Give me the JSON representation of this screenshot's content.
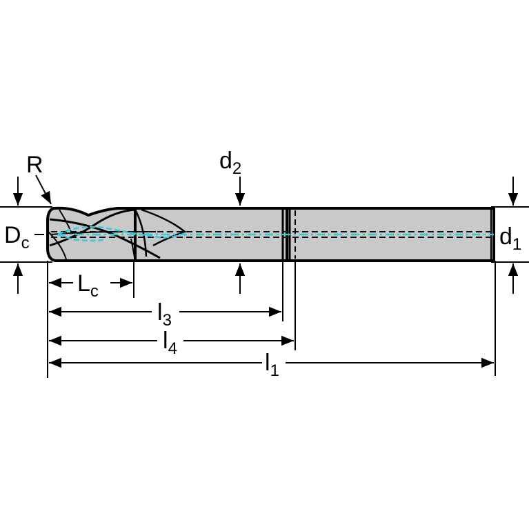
{
  "labels": {
    "R": "R",
    "dc_main": "D",
    "dc_sub": "c",
    "d2_main": "d",
    "d2_sub": "2",
    "d1_main": "d",
    "d1_sub": "1",
    "lc_main": "L",
    "lc_sub": "c",
    "l3_main": "l",
    "l3_sub": "3",
    "l4_main": "l",
    "l4_sub": "4",
    "l1_main": "l",
    "l1_sub": "1"
  },
  "colors": {
    "body": "#c9c9c9",
    "outline": "#000000",
    "coolant": "#33c7d8"
  }
}
